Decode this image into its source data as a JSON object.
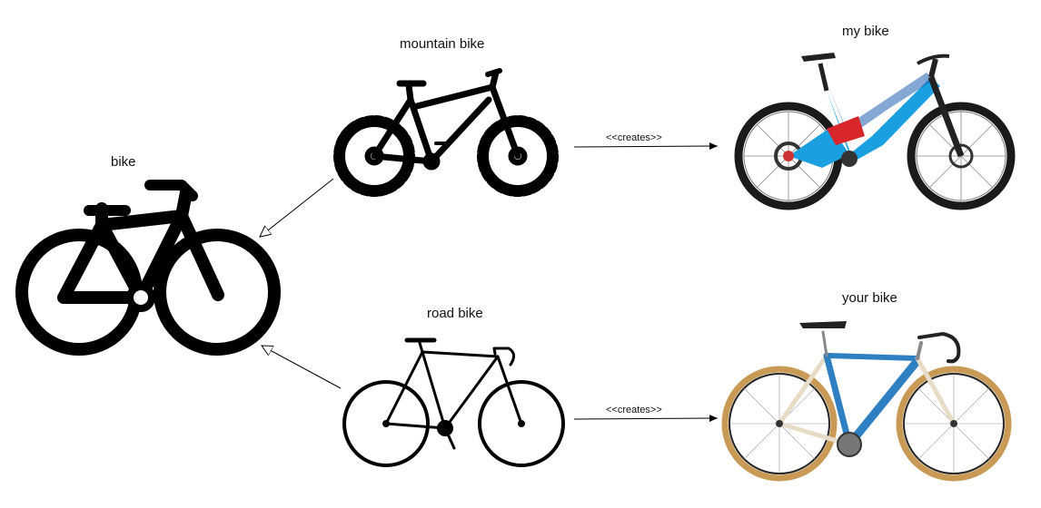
{
  "nodes": {
    "bike": {
      "label": "bike",
      "icon": "generic-bike-icon"
    },
    "mountain_bike": {
      "label": "mountain bike",
      "icon": "mountain-bike-icon"
    },
    "road_bike": {
      "label": "road bike",
      "icon": "road-bike-icon"
    },
    "my_bike": {
      "label": "my bike",
      "icon": "blue-full-suspension-mountain-bike-photo"
    },
    "your_bike": {
      "label": "your bike",
      "icon": "blue-road-bike-photo"
    }
  },
  "edges": [
    {
      "from": "mountain_bike",
      "to": "bike",
      "type": "inheritance",
      "label": ""
    },
    {
      "from": "road_bike",
      "to": "bike",
      "type": "inheritance",
      "label": ""
    },
    {
      "from": "mountain_bike",
      "to": "my_bike",
      "type": "dependency",
      "label": "<<creates>>"
    },
    {
      "from": "road_bike",
      "to": "your_bike",
      "type": "dependency",
      "label": "<<creates>>"
    }
  ],
  "colors": {
    "icon": "#000000",
    "frame_blue": "#1aa0e0",
    "frame_dark_blue": "#1f5fae",
    "accent_red": "#d8262b",
    "road_frame_blue": "#2f7fc3",
    "tan_tire": "#c89a55",
    "cream": "#e8dcc6"
  }
}
